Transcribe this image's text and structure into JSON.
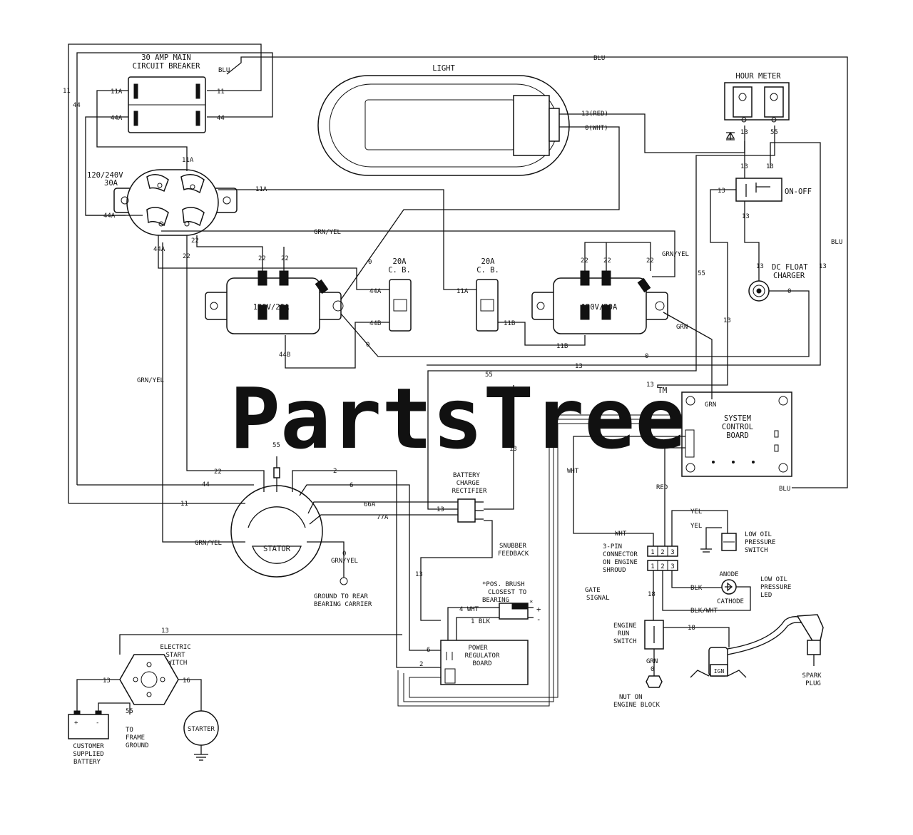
{
  "diagram": {
    "watermark": "PartsTree",
    "watermark_tm": "TM",
    "components": {
      "main_breaker": [
        "30 AMP MAIN",
        "CIRCUIT BREAKER"
      ],
      "light": "LIGHT",
      "hour_meter": "HOUR METER",
      "on_off": "ON-OFF",
      "dc_float_charger": [
        "DC FLOAT",
        "CHARGER"
      ],
      "twist_receptacle": [
        "120/240V",
        "30A"
      ],
      "receptacle_left": "120V/20A",
      "receptacle_right": "120V/20A",
      "cb_left": [
        "20A",
        "C. B."
      ],
      "cb_right": [
        "20A",
        "C. B."
      ],
      "system_control_board": [
        "SYSTEM",
        "CONTROL",
        "BOARD"
      ],
      "battery_charge_rectifier": [
        "BATTERY",
        "CHARGE",
        "RECTIFIER"
      ],
      "stator": "STATOR",
      "ground_rear": [
        "GROUND TO REAR",
        "BEARING CARRIER"
      ],
      "snubber_feedback": [
        "SNUBBER",
        "FEEDBACK"
      ],
      "gate_signal": [
        "GATE",
        "SIGNAL"
      ],
      "brush_note": [
        "*POS. BRUSH",
        "CLOSEST TO",
        "BEARING"
      ],
      "power_regulator_board": [
        "POWER",
        "REGULATOR",
        "BOARD"
      ],
      "electric_start_switch": [
        "ELECTRIC",
        "START",
        "SWITCH"
      ],
      "starter": "STARTER",
      "battery": [
        "CUSTOMER",
        "SUPPLIED",
        "BATTERY"
      ],
      "frame_ground": [
        "TO",
        "FRAME",
        "GROUND"
      ],
      "three_pin_connector": [
        "3-PIN",
        "CONNECTOR",
        "ON ENGINE",
        "SHROUD"
      ],
      "low_oil_switch": [
        "LOW OIL",
        "PRESSURE",
        "SWITCH"
      ],
      "anode": "ANODE",
      "cathode": "CATHODE",
      "low_oil_led": [
        "LOW OIL",
        "PRESSURE",
        "LED"
      ],
      "engine_run_switch": [
        "ENGINE",
        "RUN",
        "SWITCH"
      ],
      "nut_on_engine_block": [
        "NUT ON",
        "ENGINE BLOCK"
      ],
      "ign": "IGN",
      "spark_plug": [
        "SPARK",
        "PLUG"
      ]
    },
    "wire_labels": {
      "blu": "BLU",
      "grn_yel": "GRN/YEL",
      "grn": "GRN",
      "wht": "WHT",
      "red": "RED",
      "yel": "YEL",
      "blk": "BLK",
      "blk_wht": "BLK/WHT",
      "four_wht": "4 WHT",
      "one_blk": "1 BLK",
      "w13red": "13(RED)",
      "w0wht": "0(WHT)",
      "w11": "11",
      "w11a": "11A",
      "w11b": "11B",
      "w44": "44",
      "w44a": "44A",
      "w44b": "44B",
      "w22": "22",
      "w13": "13",
      "w55": "55",
      "w0": "0",
      "w2": "2",
      "w6": "6",
      "w16": "16",
      "w18": "18",
      "w66a": "66A",
      "w77a": "77A",
      "plus": "+",
      "minus": "-",
      "star": "*",
      "pins": [
        "1",
        "2",
        "3"
      ]
    }
  }
}
